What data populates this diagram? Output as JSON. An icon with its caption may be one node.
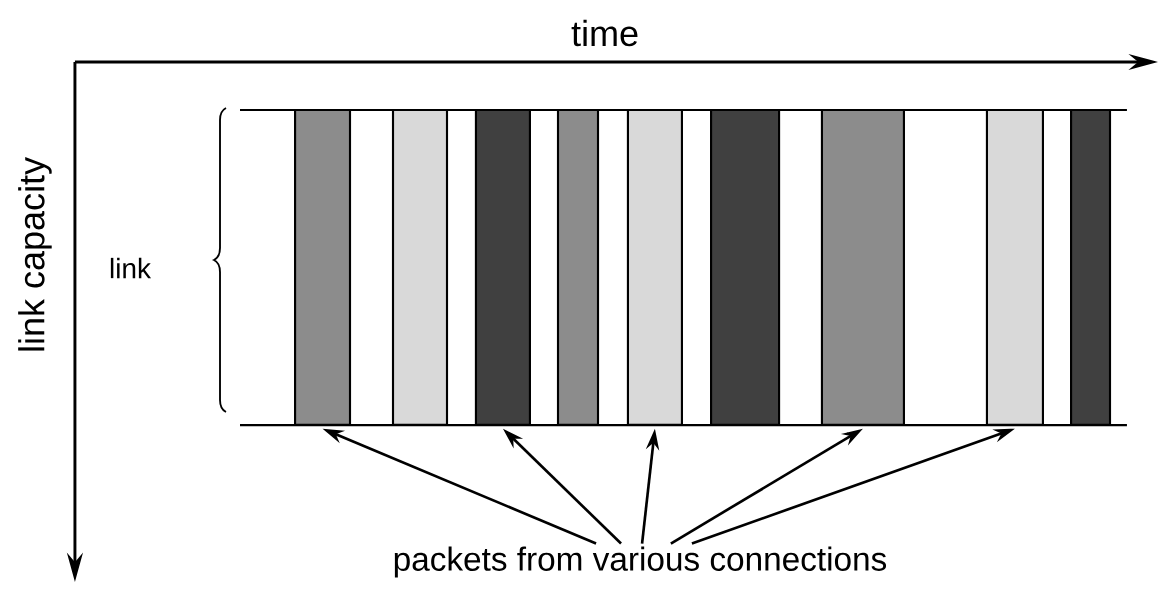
{
  "diagram": {
    "nodes": [
      {
        "text": [
          "packets from various connections"
        ]
      },
      {
        "text": [],
        "shape": "bar"
      },
      {
        "text": [],
        "shape": "bar"
      },
      {
        "text": [],
        "shape": "bar"
      },
      {
        "text": [],
        "shape": "bar"
      },
      {
        "text": [],
        "shape": "bar"
      },
      {
        "text": [],
        "shape": "bar"
      },
      {
        "text": [],
        "shape": "bar"
      },
      {
        "text": [],
        "shape": "bar"
      },
      {
        "text": [],
        "shape": "bar"
      }
    ],
    "edges": [
      {
        "from": 0,
        "to": 1,
        "arrow": "to"
      },
      {
        "from": 0,
        "to": 3,
        "arrow": "to"
      },
      {
        "from": 0,
        "to": 5,
        "arrow": "to"
      },
      {
        "from": 0,
        "to": 7,
        "arrow": "to"
      },
      {
        "from": 0,
        "to": 8,
        "arrow": "to"
      }
    ],
    "labels": [
      "time",
      "link capacity",
      "link"
    ]
  }
}
